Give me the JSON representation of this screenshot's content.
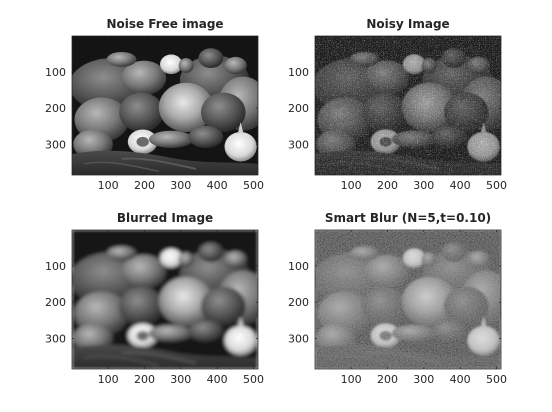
{
  "chart_data": [
    {
      "type": "image",
      "title": "Noise Free image",
      "image_kind": "clean",
      "x_ticks": [
        100,
        200,
        300,
        400,
        500
      ],
      "y_ticks": [
        100,
        200,
        300
      ],
      "xlim": [
        0.5,
        512.5
      ],
      "ylim": [
        0.5,
        384.5
      ],
      "y_direction": "reverse",
      "colormap": "gray",
      "grid": false
    },
    {
      "type": "image",
      "title": "Noisy Image",
      "image_kind": "noisy",
      "x_ticks": [
        100,
        200,
        300,
        400,
        500
      ],
      "y_ticks": [
        100,
        200,
        300
      ],
      "xlim": [
        0.5,
        512.5
      ],
      "ylim": [
        0.5,
        384.5
      ],
      "y_direction": "reverse",
      "colormap": "gray",
      "grid": false
    },
    {
      "type": "image",
      "title": "Blurred Image",
      "image_kind": "blurred",
      "x_ticks": [
        100,
        200,
        300,
        400,
        500
      ],
      "y_ticks": [
        100,
        200,
        300
      ],
      "xlim": [
        0.5,
        512.5
      ],
      "ylim": [
        0.5,
        384.5
      ],
      "y_direction": "reverse",
      "colormap": "gray",
      "grid": false
    },
    {
      "type": "image",
      "title": "Smart Blur (N=5,t=0.10)",
      "image_kind": "smart",
      "x_ticks": [
        100,
        200,
        300,
        400,
        500
      ],
      "y_ticks": [
        100,
        200,
        300
      ],
      "xlim": [
        0.5,
        512.5
      ],
      "ylim": [
        0.5,
        384.5
      ],
      "y_direction": "reverse",
      "colormap": "gray",
      "grid": false
    }
  ],
  "colors": {
    "axis": "#262626",
    "background": "#ffffff"
  }
}
